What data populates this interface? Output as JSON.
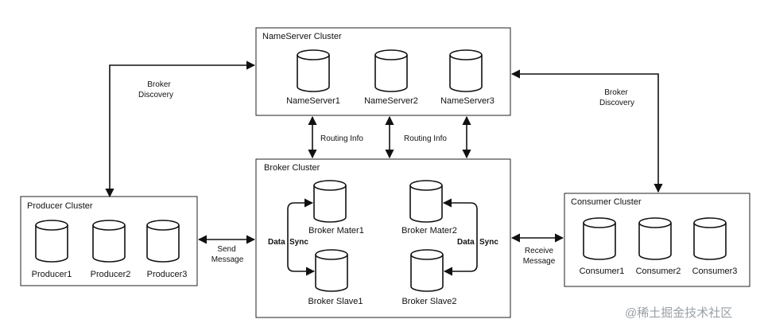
{
  "clusters": {
    "nameserver": {
      "title": "NameServer Cluster",
      "nodes": [
        "NameServer1",
        "NameServer2",
        "NameServer3"
      ]
    },
    "broker": {
      "title": "Broker Cluster",
      "nodes": [
        "Broker Mater1",
        "Broker Mater2",
        "Broker Slave1",
        "Broker Slave2"
      ]
    },
    "producer": {
      "title": "Producer Cluster",
      "nodes": [
        "Producer1",
        "Producer2",
        "Producer3"
      ]
    },
    "consumer": {
      "title": "Consumer Cluster",
      "nodes": [
        "Consumer1",
        "Consumer2",
        "Consumer3"
      ]
    }
  },
  "edges": {
    "broker_discovery_left": [
      "Broker",
      "Discovery"
    ],
    "broker_discovery_right": [
      "Broker",
      "Discovery"
    ],
    "routing_info_1": "Routing Info",
    "routing_info_2": "Routing Info",
    "send_message": [
      "Send",
      "Message"
    ],
    "receive_message": [
      "Receive",
      "Message"
    ],
    "data_sync_word1": "Data",
    "data_sync_word2": "Sync"
  },
  "watermark": "@稀土掘金技术社区"
}
